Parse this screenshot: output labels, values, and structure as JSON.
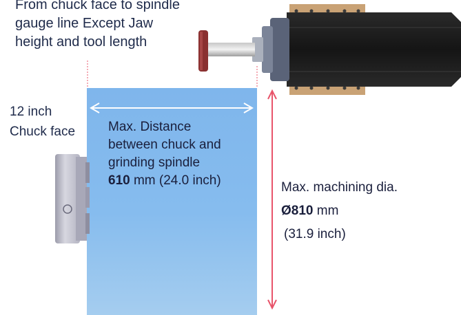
{
  "top_note": {
    "line1": "From chuck face to spindle",
    "line2": "gauge line Except Jaw",
    "line3": "height and tool length"
  },
  "chuck_note": {
    "line1": "12 inch",
    "line2": "Chuck face"
  },
  "distance_label": {
    "line1": "Max. Distance",
    "line2": "between chuck and",
    "line3": "grinding spindle",
    "value": "610",
    "unit": " mm (24.0 inch)"
  },
  "diameter_label": {
    "title": "Max. machining dia.",
    "value": "Ø810",
    "unit": " mm",
    "imperial": "(31.9 inch)"
  },
  "colors": {
    "work_area": "#86bcee",
    "arrow_red": "#e8546a",
    "spindle_body": "#1e1e1e",
    "mount_plate": "#c9a275",
    "grinding_wheel": "#8a3030",
    "chuck_body": "#c8c8d2",
    "text": "#1a1f3c"
  }
}
